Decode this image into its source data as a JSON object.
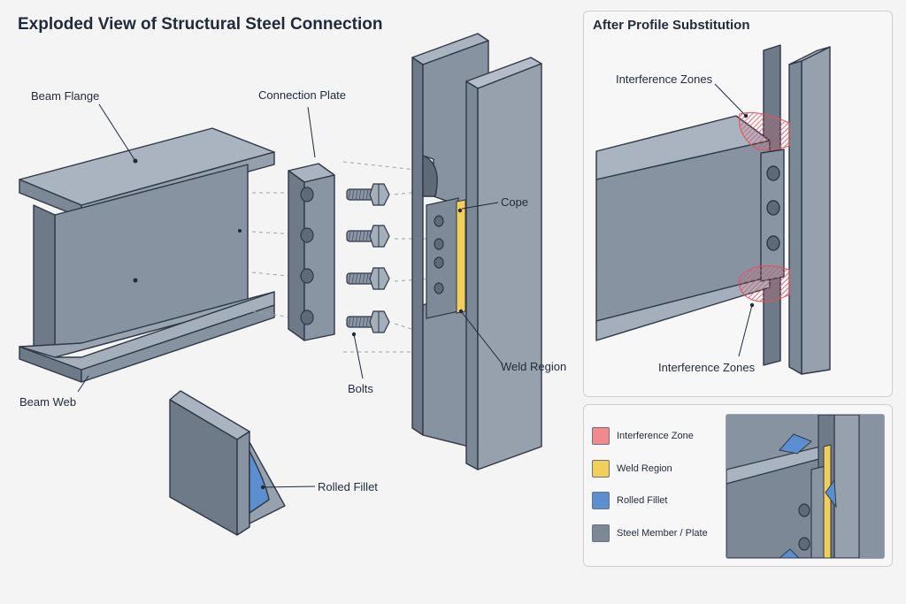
{
  "title": "Exploded View of Structural Steel Connection",
  "labels": {
    "beam_flange": "Beam Flange",
    "connection_plate": "Connection Plate",
    "cope": "Cope",
    "weld_region": "Weld Region",
    "bolts": "Bolts",
    "beam_web": "Beam Web",
    "rolled_fillet": "Rolled Fillet"
  },
  "after_panel": {
    "title": "After Profile Substitution",
    "interference_top": "Interference Zones",
    "interference_bottom": "Interference Zones"
  },
  "legend": {
    "items": [
      {
        "label": "Interference Zone",
        "color": "#f08a8f"
      },
      {
        "label": "Weld Region",
        "color": "#f2cf5b"
      },
      {
        "label": "Rolled Fillet",
        "color": "#5b8fcf"
      },
      {
        "label": "Steel Member / Plate",
        "color": "#7d8896"
      }
    ]
  },
  "colors": {
    "steel_light": "#a9b2bf",
    "steel_mid": "#8893a1",
    "steel_dark": "#5f6a79",
    "outline": "#2e3846",
    "interference": "#e8505a",
    "weld": "#f2cf5b",
    "fillet": "#5b8fcf"
  }
}
